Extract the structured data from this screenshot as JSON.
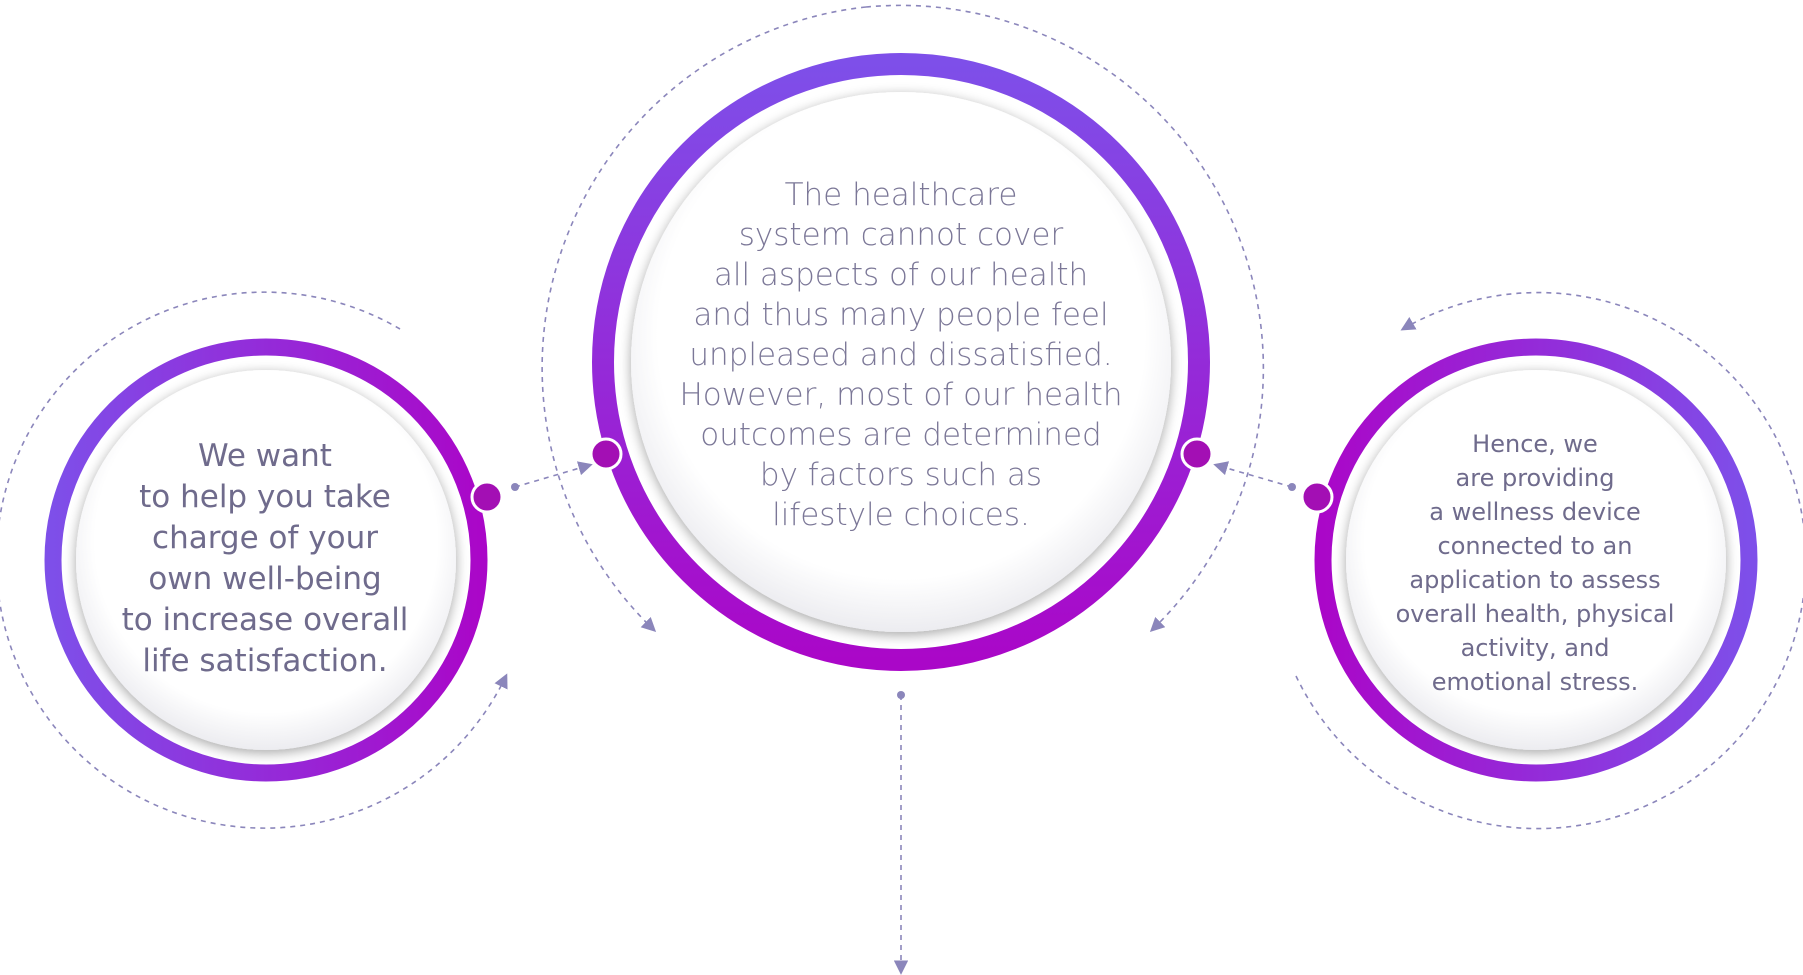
{
  "colors": {
    "ring_start": "#7e4fe9",
    "ring_end": "#aa07c8",
    "node_fill": "#a30fb4",
    "dashed": "#8b86bb",
    "text": "#6f6b8c",
    "inner_fill": "#ffffff"
  },
  "circles": {
    "left": {
      "text": "We want\nto help you take\ncharge of your\nown well-being\nto increase overall\nlife satisfaction."
    },
    "center": {
      "text": "The healthcare\nsystem cannot cover\nall aspects of our health\nand thus many people feel\nunpleased and dissatisfied.\nHowever,  most of our health\noutcomes are determined\nby factors such as\nlifestyle choices."
    },
    "right": {
      "text": "Hence, we\nare providing\na wellness device\nconnected to an\napplication to assess\noverall health, physical\nactivity, and\nemotional stress."
    }
  }
}
